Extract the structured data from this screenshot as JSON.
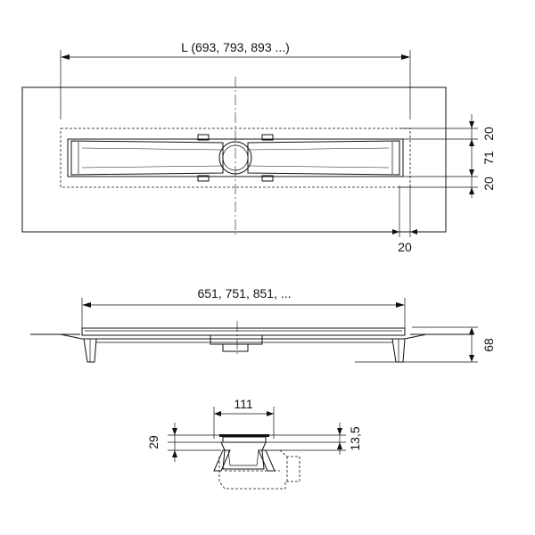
{
  "top_view": {
    "length_label": "L (693, 793, 893 ...)",
    "dim_top_20": "20",
    "dim_71": "71",
    "dim_bottom_20": "20",
    "dim_side_20": "20"
  },
  "side_view": {
    "length_label": "651, 751, 851, ...",
    "height_label": "68"
  },
  "section_view": {
    "width_label": "111",
    "left_height_label": "29",
    "right_height_label": "13,5"
  }
}
